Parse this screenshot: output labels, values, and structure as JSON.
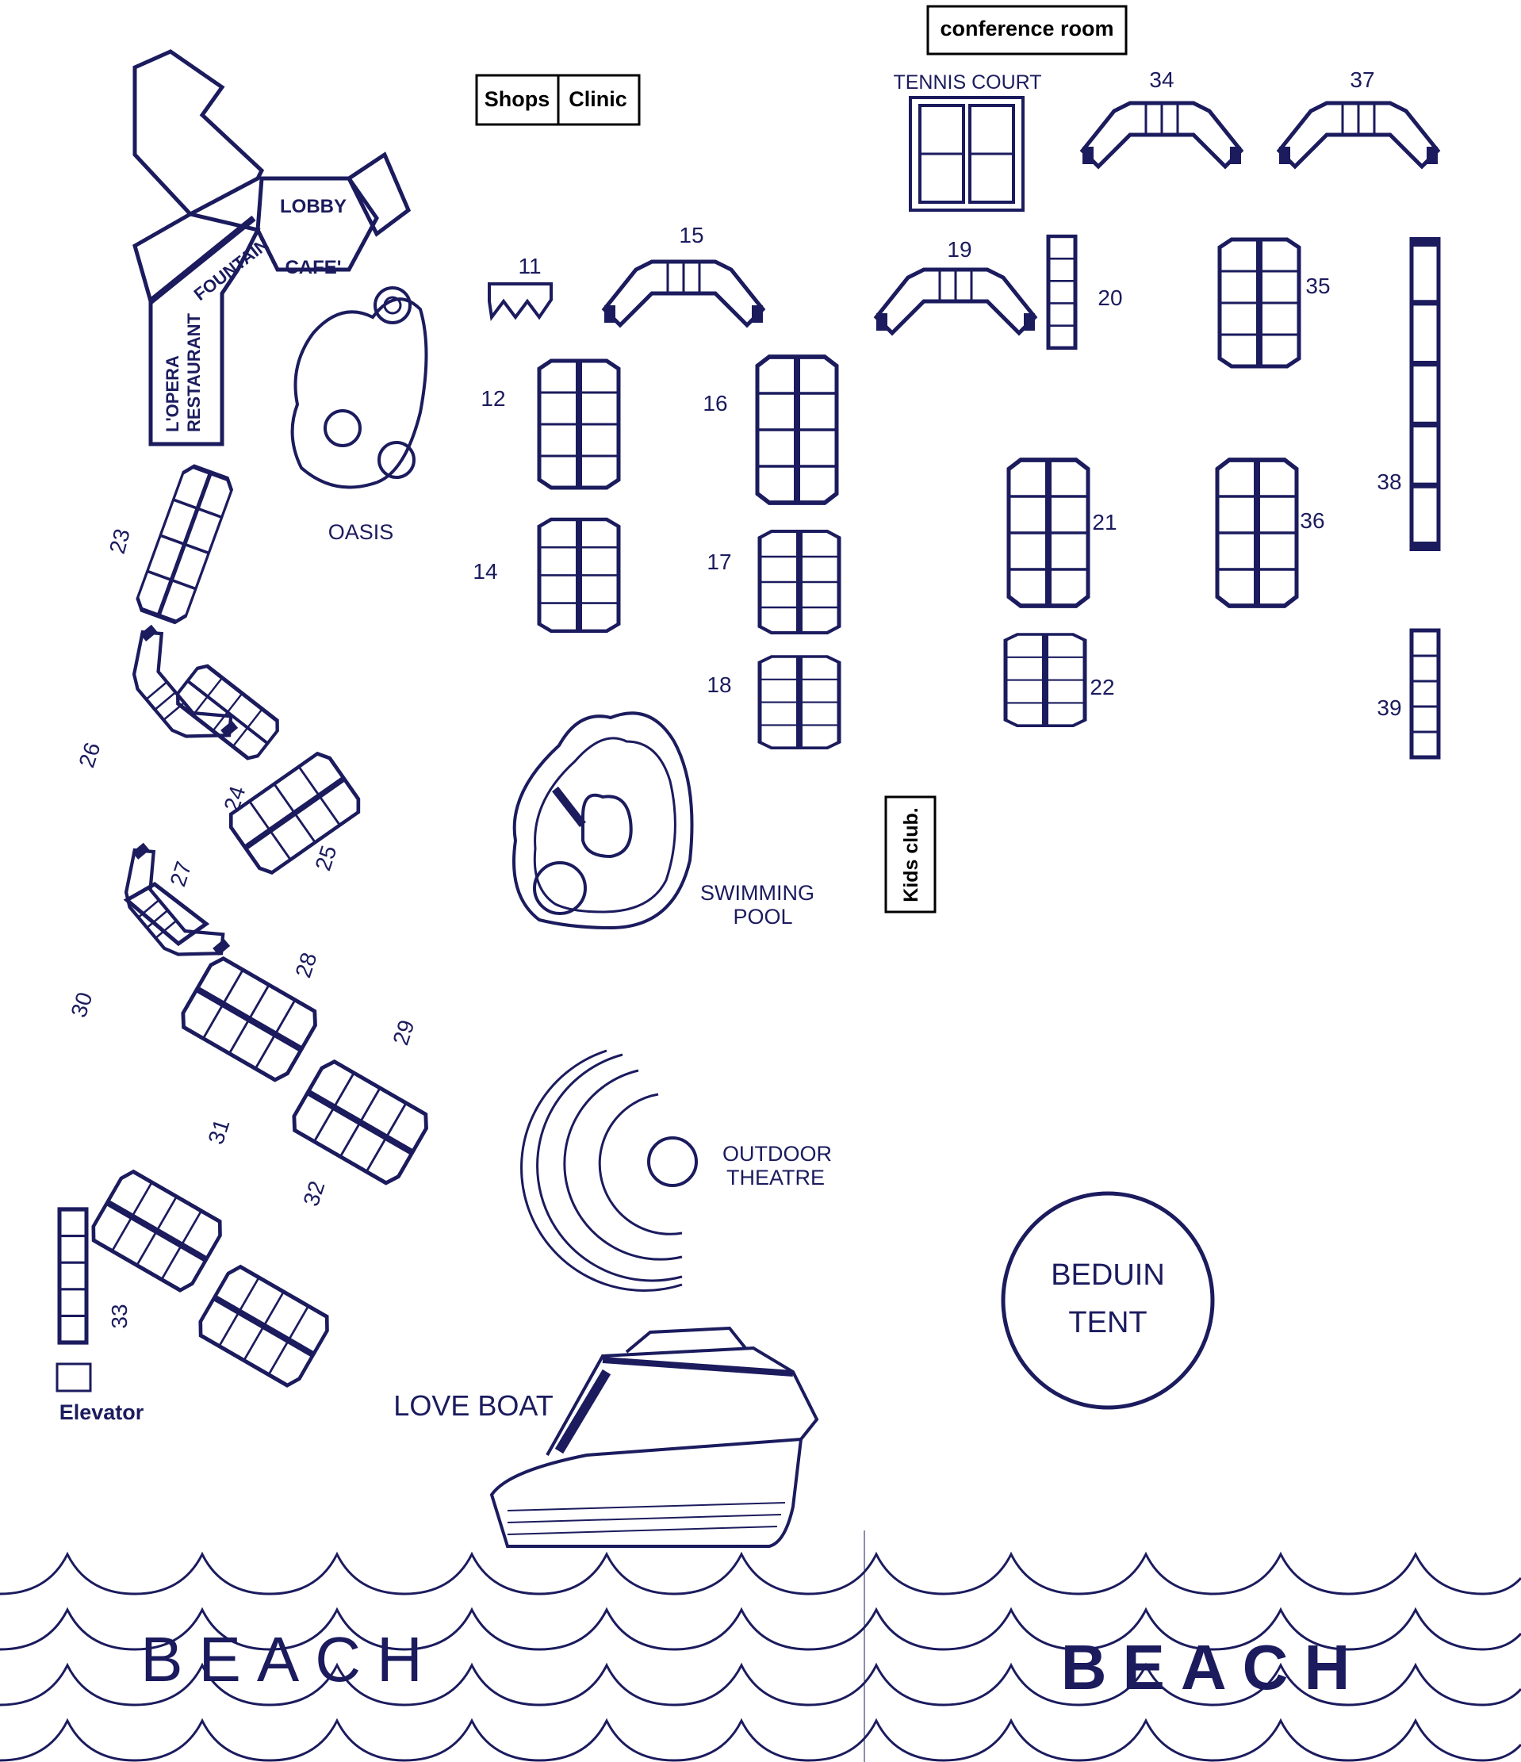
{
  "map": {
    "top_buttons": {
      "conference_room": "conference room",
      "shops": "Shops",
      "clinic": "Clinic"
    },
    "side_button": {
      "kids_club": "Kids club."
    },
    "areas": {
      "tennis_court": "TENNIS COURT",
      "lobby": "LOBBY",
      "cafe": "CAFE'",
      "fountain": "FOUNTAIN",
      "opera": "L'OPERA",
      "restaurant": "RESTAURANT",
      "oasis": "OASIS",
      "swimming": "SWIMMING",
      "pool": "POOL",
      "outdoor": "OUTDOOR",
      "theatre": "THEATRE",
      "beduin": "BEDUIN",
      "tent": "TENT",
      "love_boat": "LOVE BOAT",
      "elevator": "Elevator"
    },
    "beach_labels": [
      "BEACH",
      "BEACH"
    ],
    "buildings": [
      "11",
      "12",
      "14",
      "15",
      "16",
      "17",
      "18",
      "19",
      "20",
      "21",
      "22",
      "23",
      "24",
      "25",
      "26",
      "27",
      "28",
      "29",
      "30",
      "31",
      "32",
      "33",
      "34",
      "35",
      "36",
      "37",
      "38",
      "39"
    ],
    "colors": {
      "ink": "#1b1b5e",
      "background": "#ffffff",
      "box_border": "#000000"
    }
  }
}
